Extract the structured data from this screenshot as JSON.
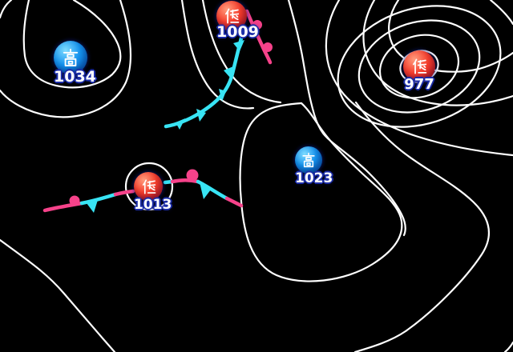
{
  "map": {
    "type": "surface-weather-map",
    "background_color": "#000000",
    "isobar_color": "#ffffff"
  },
  "pressure_systems": [
    {
      "kind": "high",
      "symbol": "高",
      "pressure": "1034"
    },
    {
      "kind": "low",
      "symbol": "低",
      "pressure": "1009"
    },
    {
      "kind": "low",
      "symbol": "低",
      "pressure": "977"
    },
    {
      "kind": "high",
      "symbol": "高",
      "pressure": "1023"
    },
    {
      "kind": "low",
      "symbol": "低",
      "pressure": "1013"
    }
  ],
  "fronts": [
    {
      "type": "cold-front",
      "attached_to": "1009",
      "color": "#38E4F4"
    },
    {
      "type": "warm-front",
      "attached_to": "1009",
      "color": "#F6428A"
    },
    {
      "type": "stationary-front",
      "attached_to": "1013",
      "colors": [
        "#F6428A",
        "#38E4F4"
      ]
    }
  ],
  "style_colors": {
    "high_circle": "#0C86E8",
    "low_circle": "#EF2C25",
    "label_text": "#ffffff",
    "label_outline": "#1B2CA8"
  }
}
